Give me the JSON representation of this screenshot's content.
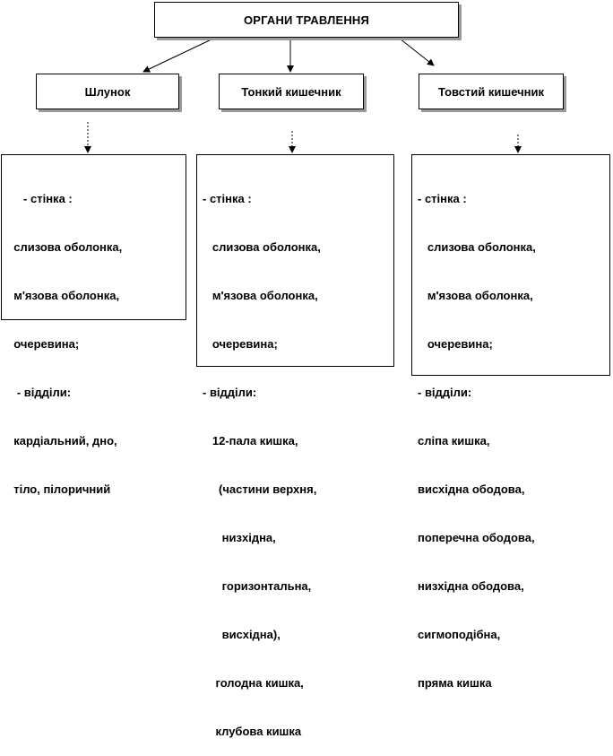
{
  "root": {
    "title": "ОРГАНИ ТРАВЛЕННЯ"
  },
  "organs": [
    {
      "name": "Шлунок",
      "details": [
        "     - стінка :",
        "  слизова оболонка,",
        "  м'язова оболонка,",
        "  очеревина;",
        "   - відділи:",
        "  кардіальний, дно,",
        "  тіло, пілоричний"
      ]
    },
    {
      "name": "Тонкий кишечник",
      "details": [
        "- стінка :",
        "   слизова оболонка,",
        "   м'язова оболонка,",
        "   очеревина;",
        "- відділи:",
        "   12-пала кишка,",
        "     (частини верхня,",
        "      низхідна,",
        "      горизонтальна,",
        "      висхідна),",
        "    голодна кишка,",
        "    клубова кишка"
      ]
    },
    {
      "name": "Товстий кишечник",
      "details": [
        "- стінка :",
        "   слизова оболонка,",
        "   м'язова оболонка,",
        "   очеревина;",
        "- відділи:",
        "сліпа кишка,",
        "висхідна ободова,",
        "поперечна ободова,",
        "низхідна ободова,",
        "сигмоподібна,",
        "пряма кишка"
      ]
    }
  ]
}
